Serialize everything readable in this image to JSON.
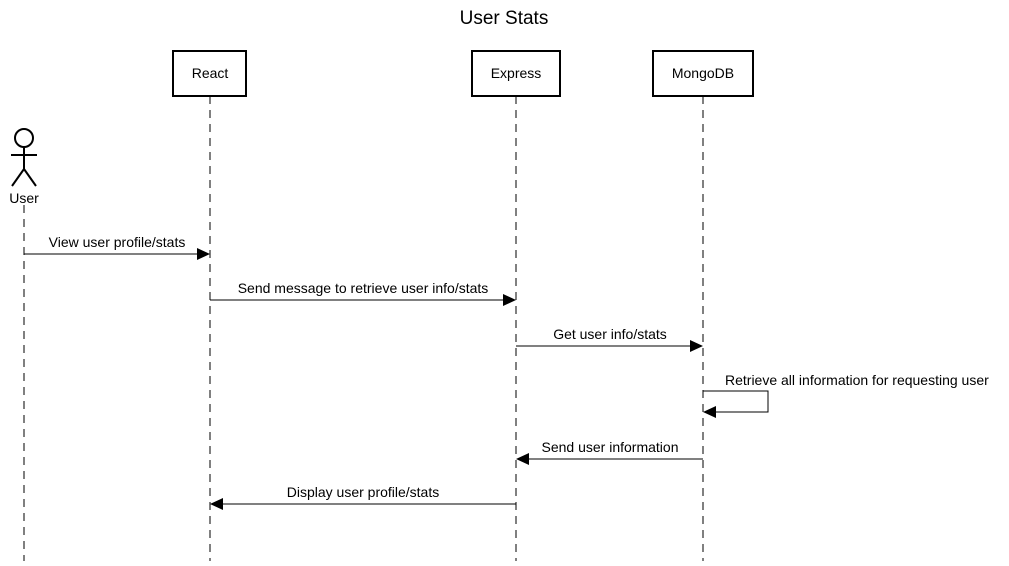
{
  "diagram": {
    "title": "User Stats",
    "actor": {
      "label": "User"
    },
    "participants": [
      {
        "label": "React"
      },
      {
        "label": "Express"
      },
      {
        "label": "MongoDB"
      }
    ],
    "messages": [
      {
        "from": "User",
        "to": "React",
        "label": "View user profile/stats"
      },
      {
        "from": "React",
        "to": "Express",
        "label": "Send message to retrieve user info/stats"
      },
      {
        "from": "Express",
        "to": "MongoDB",
        "label": "Get user info/stats"
      },
      {
        "from": "MongoDB",
        "to": "MongoDB",
        "label": "Retrieve all information for requesting user"
      },
      {
        "from": "MongoDB",
        "to": "Express",
        "label": "Send user information"
      },
      {
        "from": "Express",
        "to": "React",
        "label": "Display user profile/stats"
      }
    ]
  }
}
